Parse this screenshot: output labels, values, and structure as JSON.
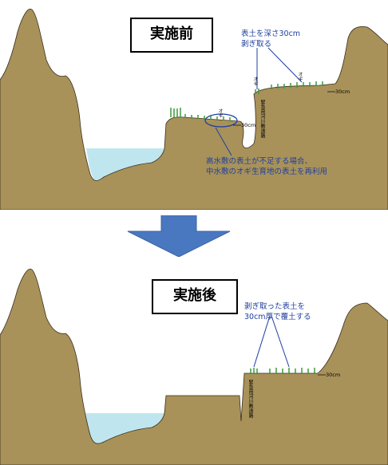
{
  "before": {
    "title": "実施前",
    "note_top": [
      "表土を深さ30cm",
      "剥ぎ取る"
    ],
    "note_bottom": [
      "高水敷の表土が不足する場合、",
      "中水敷のオギ生育地の表土を再利用"
    ],
    "label_ogi_1": "オギ",
    "label_ogi_2": "オギ",
    "label_ogi_3": "オギ",
    "depth_label_1": "30cm",
    "depth_label_2": "30cm",
    "road_label": "緊急用河川敷道路"
  },
  "after": {
    "title": "実施後",
    "note": [
      "剥ぎ取った表土を",
      "30cm厚で覆土する"
    ],
    "depth_label": "30cm",
    "road_label": "緊急用河川敷道路"
  },
  "colors": {
    "ground": "#a8925a",
    "ground_edge": "#3a2f1c",
    "water": "#bfe6ef",
    "grass": "#3c9a3c",
    "arrow": "#4a78c0",
    "annotation": "#1f3f9f"
  }
}
